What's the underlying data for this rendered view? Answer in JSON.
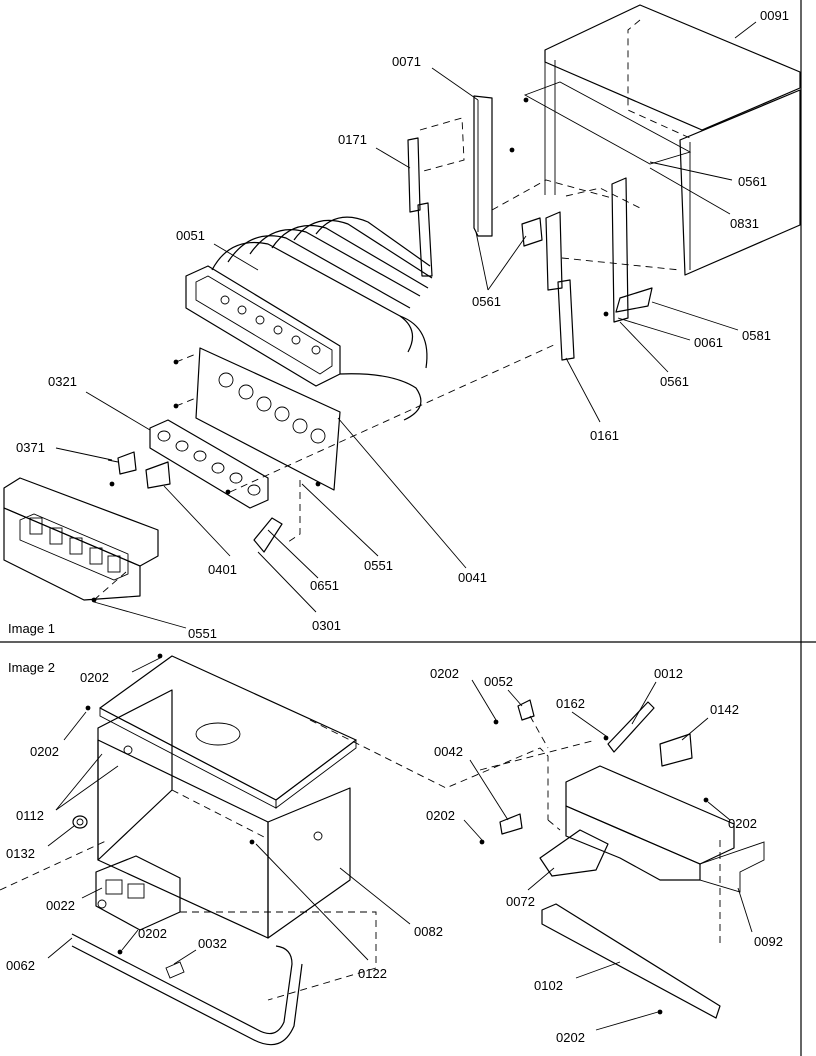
{
  "panels": [
    {
      "id": "image-1",
      "title": "Image 1"
    },
    {
      "id": "image-2",
      "title": "Image 2"
    }
  ],
  "callouts": {
    "image1": {
      "c0091": "0091",
      "c0071": "0071",
      "c0171": "0171",
      "c0561a": "0561",
      "c0831": "0831",
      "c0051": "0051",
      "c0561b": "0561",
      "c0581": "0581",
      "c0061": "0061",
      "c0561c": "0561",
      "c0321": "0321",
      "c0161": "0161",
      "c0371": "0371",
      "c0401": "0401",
      "c0551a": "0551",
      "c0651": "0651",
      "c0041": "0041",
      "c0301": "0301",
      "c0551b": "0551"
    },
    "image2": {
      "c0202a": "0202",
      "c0202b": "0202",
      "c0112": "0112",
      "c0132": "0132",
      "c0022": "0022",
      "c0202c": "0202",
      "c0032": "0032",
      "c0062": "0062",
      "c0122": "0122",
      "c0082": "0082",
      "c0202d": "0202",
      "c0052": "0052",
      "c0012": "0012",
      "c0162": "0162",
      "c0142": "0142",
      "c0042": "0042",
      "c0202e": "0202",
      "c0202f": "0202",
      "c0072": "0072",
      "c0092": "0092",
      "c0102": "0102",
      "c0202g": "0202"
    }
  }
}
